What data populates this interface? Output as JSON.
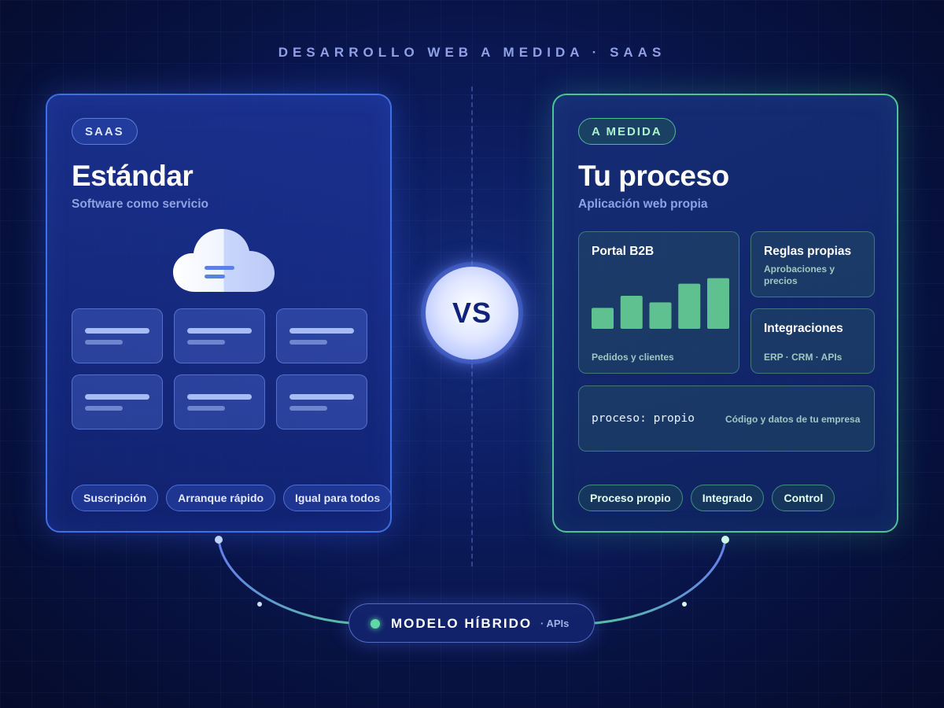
{
  "header": {
    "title": "DESARROLLO WEB A MEDIDA · SAAS"
  },
  "left_panel": {
    "badge": "SAAS",
    "title": "Estándar",
    "subtitle": "Software como servicio",
    "icon": "cloud-icon",
    "chips": [
      "Suscripción",
      "Arranque rápido",
      "Igual para todos"
    ]
  },
  "vs_label": "VS",
  "right_panel": {
    "badge": "A MEDIDA",
    "title": "Tu proceso",
    "subtitle": "Aplicación web propia",
    "cards": {
      "portal": {
        "title": "Portal B2B",
        "caption": "Pedidos y clientes",
        "bar_levels": [
          0.38,
          0.6,
          0.48,
          0.82,
          0.92
        ]
      },
      "rules": {
        "title": "Reglas propias",
        "caption": "Aprobaciones y precios"
      },
      "integrations": {
        "title": "Integraciones",
        "caption": "ERP · CRM · APIs"
      },
      "code": {
        "snippet": "proceso: propio",
        "caption": "Código y datos de tu empresa"
      }
    },
    "chips": [
      "Proceso propio",
      "Integrado",
      "Control"
    ]
  },
  "hybrid": {
    "label": "MODELO HÍBRIDO",
    "suffix": "· APIs"
  },
  "colors": {
    "saas_accent": "#3f6fe0",
    "custom_accent": "#4fc396",
    "bar_color": "#5fc18f",
    "background": "#07113d"
  }
}
